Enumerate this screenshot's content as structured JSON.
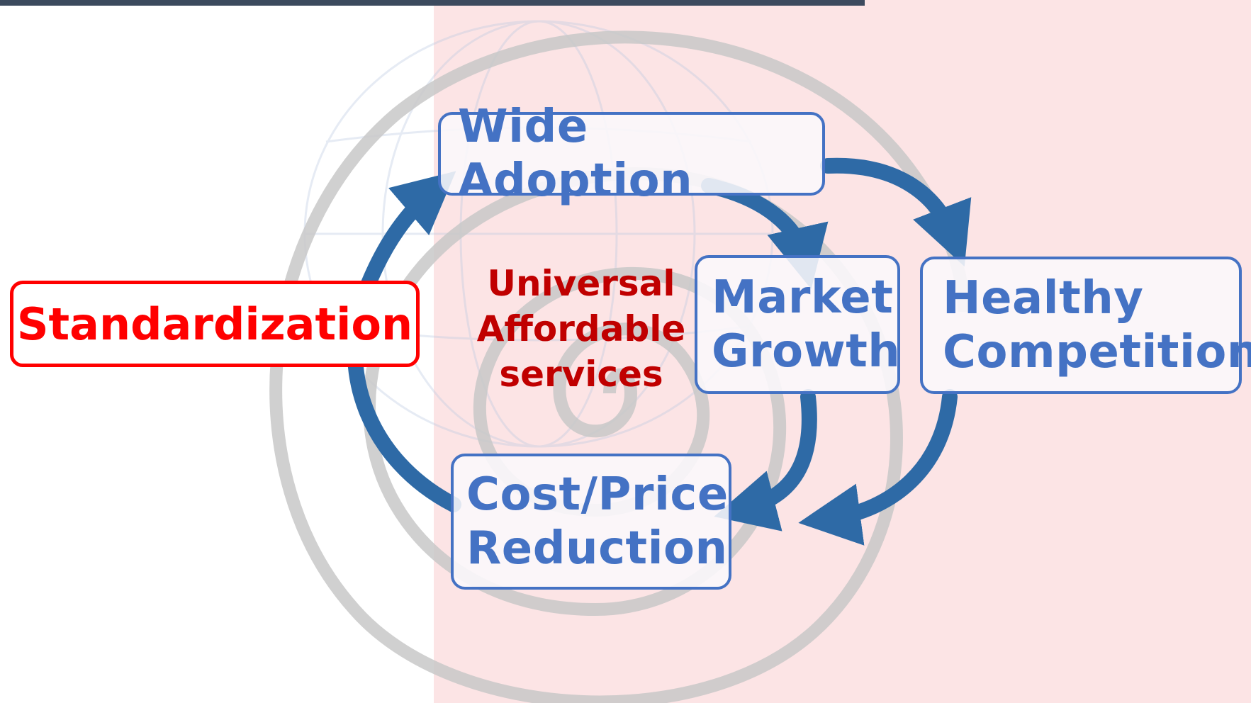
{
  "diagram": {
    "title_fragment": "",
    "nodes": {
      "standardization": "Standardization",
      "wide_adoption": "Wide Adoption",
      "market_growth": "Market\nGrowth",
      "healthy_competition": "Healthy\nCompetition",
      "cost_price_reduction": "Cost/Price\nReduction"
    },
    "center_label": "Universal\nAffordable\nservices",
    "colors": {
      "node_border": "#4472c4",
      "node_text": "#4472c4",
      "standardization": "#ff0000",
      "center_label": "#c00000",
      "arrow": "#2e6aa6",
      "spiral": "#c8c8c8",
      "panel": "#fce4e5"
    },
    "icons": {
      "arrow": "curved-arrow-icon",
      "spiral": "spiral-background"
    }
  }
}
